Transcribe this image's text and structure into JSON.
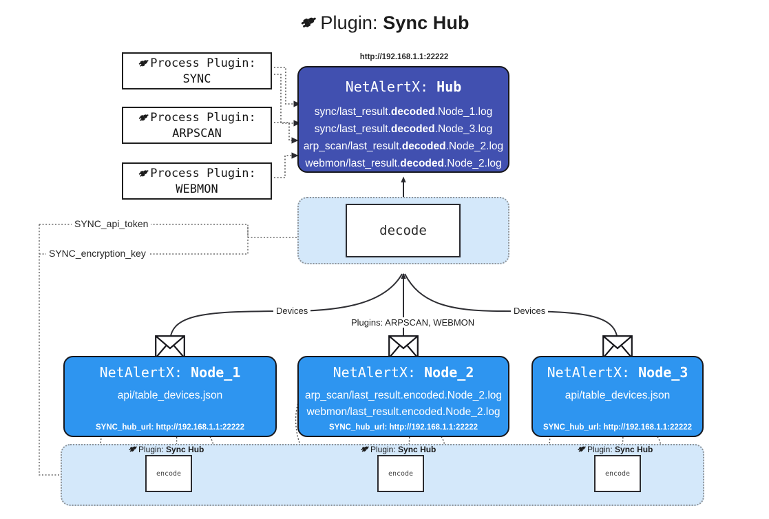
{
  "title": {
    "icon": "plug-icon",
    "prefix": "Plugin:",
    "name": "Sync Hub"
  },
  "process_plugins": [
    {
      "icon": "plug-icon",
      "line1": "Process Plugin:",
      "line2": "SYNC"
    },
    {
      "icon": "plug-icon",
      "line1": "Process Plugin:",
      "line2": "ARPSCAN"
    },
    {
      "icon": "plug-icon",
      "line1": "Process Plugin:",
      "line2": "WEBMON"
    }
  ],
  "hub": {
    "url": "http://192.168.1.1:22222",
    "title_prefix": "NetAlertX:",
    "title_name": "Hub",
    "logs": [
      {
        "pre": "sync/last_result.",
        "mid": "decoded",
        "post": ".Node_1.log"
      },
      {
        "pre": "sync/last_result.",
        "mid": "decoded",
        "post": ".Node_3.log"
      },
      {
        "pre": "arp_scan/last_result.",
        "mid": "decoded",
        "post": ".Node_2.log"
      },
      {
        "pre": "webmon/last_result.",
        "mid": "decoded",
        "post": ".Node_2.log"
      }
    ]
  },
  "decode": {
    "label": "decode"
  },
  "tokens": [
    {
      "label": "SYNC_api_token"
    },
    {
      "label": "SYNC_encryption_key"
    }
  ],
  "edge_labels": {
    "devices_left": "Devices",
    "devices_right": "Devices",
    "plugins_center": "Plugins: ARPSCAN, WEBMON"
  },
  "nodes": [
    {
      "title_prefix": "NetAlertX:",
      "title_name": "Node_1",
      "lines": [
        "api/table_devices.json"
      ],
      "footer": "SYNC_hub_url: http://192.168.1.1:22222"
    },
    {
      "title_prefix": "NetAlertX:",
      "title_name": "Node_2",
      "lines": [
        "arp_scan/last_result.encoded.Node_2.log",
        "webmon/last_result.encoded.Node_2.log"
      ],
      "footer": "SYNC_hub_url: http://192.168.1.1:22222"
    },
    {
      "title_prefix": "NetAlertX:",
      "title_name": "Node_3",
      "lines": [
        "api/table_devices.json"
      ],
      "footer": "SYNC_hub_url: http://192.168.1.1:22222"
    }
  ],
  "encoders": [
    {
      "caption_prefix": "Plugin:",
      "caption_name": "Sync Hub",
      "box_label": "encode"
    },
    {
      "caption_prefix": "Plugin:",
      "caption_name": "Sync Hub",
      "box_label": "encode"
    },
    {
      "caption_prefix": "Plugin:",
      "caption_name": "Sync Hub",
      "box_label": "encode"
    }
  ],
  "colors": {
    "hub_fill": "#4150B0",
    "node_fill": "#2E95F0",
    "panel_fill": "#D4E8FA",
    "stroke": "#17171c",
    "background": "#FFFFFF"
  }
}
